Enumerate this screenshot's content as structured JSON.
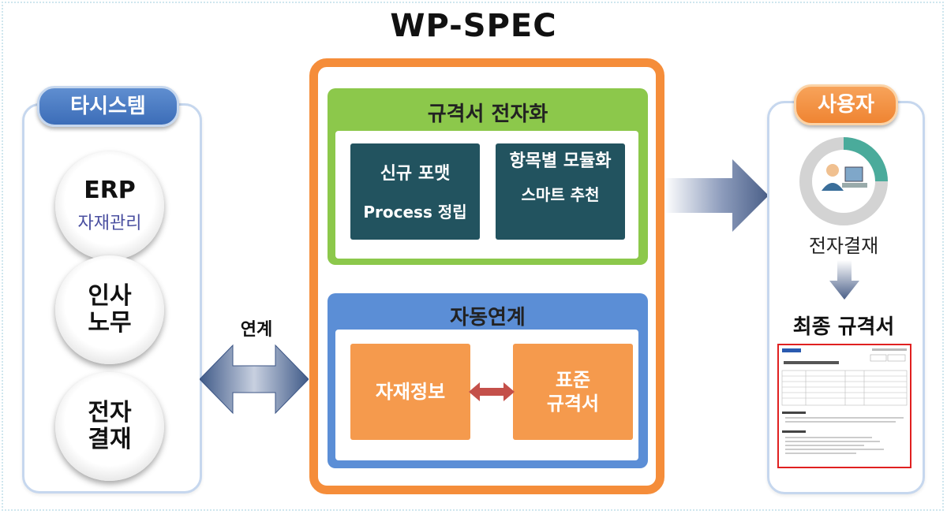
{
  "title": "WP-SPEC",
  "left_panel": {
    "header": "타시스템",
    "items": [
      {
        "main": "ERP",
        "sub": "자재관리"
      },
      {
        "main": "인사\n노무",
        "sub": ""
      },
      {
        "main": "전자\n결재",
        "sub": ""
      }
    ]
  },
  "link_label": "연계",
  "center": {
    "section1": {
      "header": "규격서 전자화",
      "box_left": {
        "line1": "신규 포맷",
        "line2": "Process 정립"
      },
      "box_right": {
        "line1": "항목별 모듈화",
        "line2": "스마트 추천"
      }
    },
    "section2": {
      "header": "자동연계",
      "box_left": "자재정보",
      "box_right": "표준\n규격서"
    }
  },
  "right_panel": {
    "header": "사용자",
    "icon": "user-computer-icon",
    "caption": "전자결재",
    "final_title": "최종 규격서"
  },
  "colors": {
    "blue_header": "#4a7cc4",
    "orange_border": "#f58d3a",
    "green_section": "#8cc84b",
    "blue_section": "#5b8ed6",
    "dark_box": "#22535f",
    "orange_box": "#f59a4d",
    "arrow": "#4a5f88"
  }
}
